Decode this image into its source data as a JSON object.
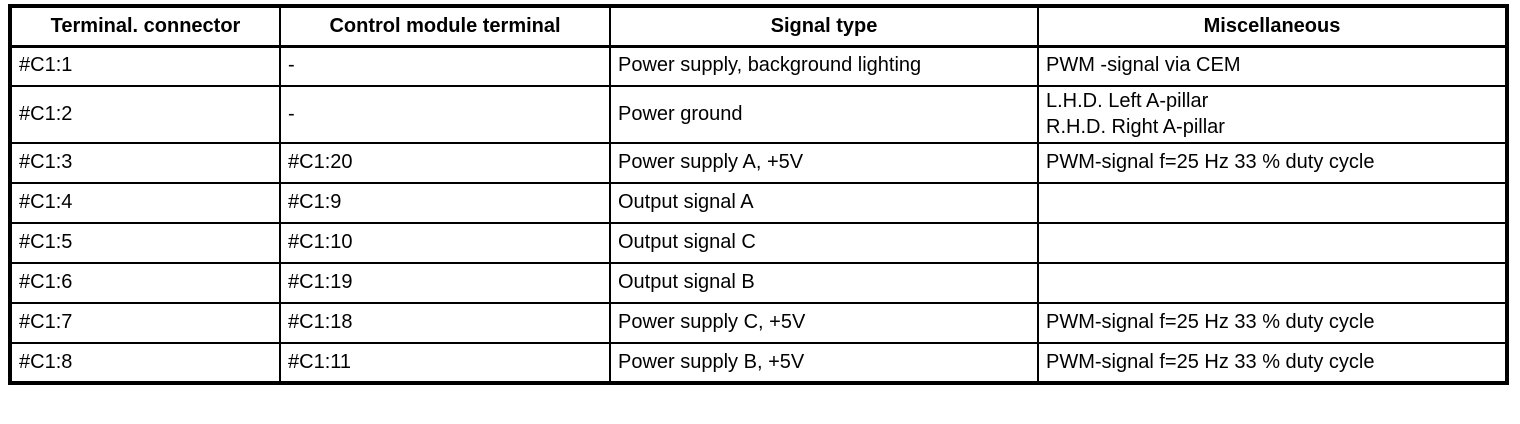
{
  "colors": {
    "border": "#000000",
    "text": "#000000",
    "background": "#ffffff"
  },
  "table": {
    "columns": [
      {
        "label": "Terminal. connector"
      },
      {
        "label": "Control module terminal"
      },
      {
        "label": "Signal type"
      },
      {
        "label": "Miscellaneous"
      }
    ],
    "rows": [
      {
        "terminal": "#C1:1",
        "module": "-",
        "signal": "Power supply, background lighting",
        "misc": "PWM -signal via CEM"
      },
      {
        "terminal": "#C1:2",
        "module": "-",
        "signal": "Power ground",
        "misc": "L.H.D. Left A-pillar\nR.H.D. Right A-pillar"
      },
      {
        "terminal": "#C1:3",
        "module": "#C1:20",
        "signal": "Power supply A, +5V",
        "misc": "PWM-signal f=25 Hz 33 % duty cycle"
      },
      {
        "terminal": "#C1:4",
        "module": "#C1:9",
        "signal": "Output signal A",
        "misc": ""
      },
      {
        "terminal": "#C1:5",
        "module": "#C1:10",
        "signal": "Output signal C",
        "misc": ""
      },
      {
        "terminal": "#C1:6",
        "module": "#C1:19",
        "signal": "Output signal B",
        "misc": ""
      },
      {
        "terminal": "#C1:7",
        "module": "#C1:18",
        "signal": "Power supply C, +5V",
        "misc": "PWM-signal f=25 Hz 33 % duty cycle"
      },
      {
        "terminal": "#C1:8",
        "module": "#C1:11",
        "signal": "Power supply B, +5V",
        "misc": "PWM-signal f=25 Hz 33 % duty cycle"
      }
    ]
  }
}
